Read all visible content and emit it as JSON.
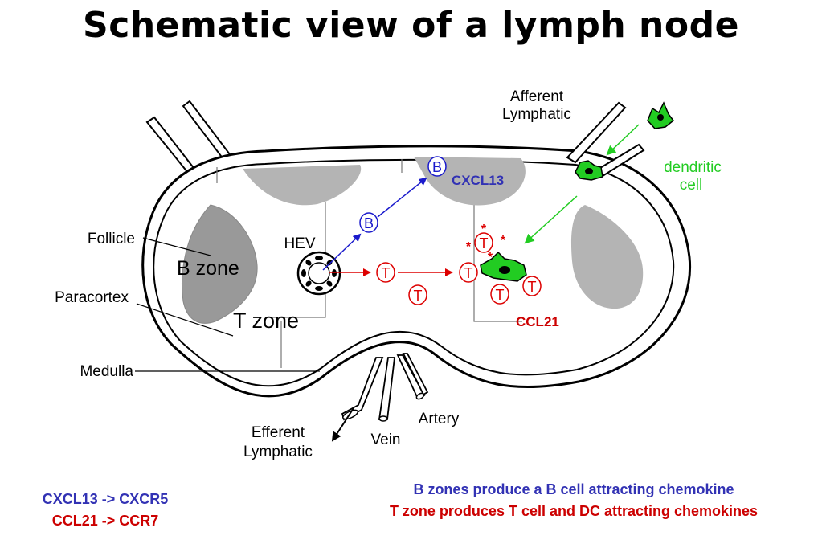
{
  "title": "Schematic view of a lymph node",
  "labels": {
    "afferent_line1": "Afferent",
    "afferent_line2": "Lymphatic",
    "dendritic_line1": "dendritic",
    "dendritic_line2": "cell",
    "follicle": "Follicle",
    "paracortex": "Paracortex",
    "medulla": "Medulla",
    "b_zone": "B zone",
    "t_zone": "T zone",
    "hev": "HEV",
    "cxcl13": "CXCL13",
    "ccl21": "CCL21",
    "efferent_line1": "Efferent",
    "efferent_line2": "Lymphatic",
    "vein": "Vein",
    "artery": "Artery",
    "b_cell": "B",
    "t_cell": "T",
    "star": "*"
  },
  "legend_left": {
    "line1": "CXCL13 -> CXCR5",
    "line2": "CCL21 -> CCR7"
  },
  "legend_right": {
    "line1": "B zones produce a B cell attracting chemokine",
    "line2": "T zone produces T cell and DC attracting chemokines"
  },
  "colors": {
    "blue": "#3232b4",
    "red": "#cc0000",
    "green": "#22cc22",
    "gray_light": "#b4b4b4",
    "gray_dark": "#999999"
  }
}
